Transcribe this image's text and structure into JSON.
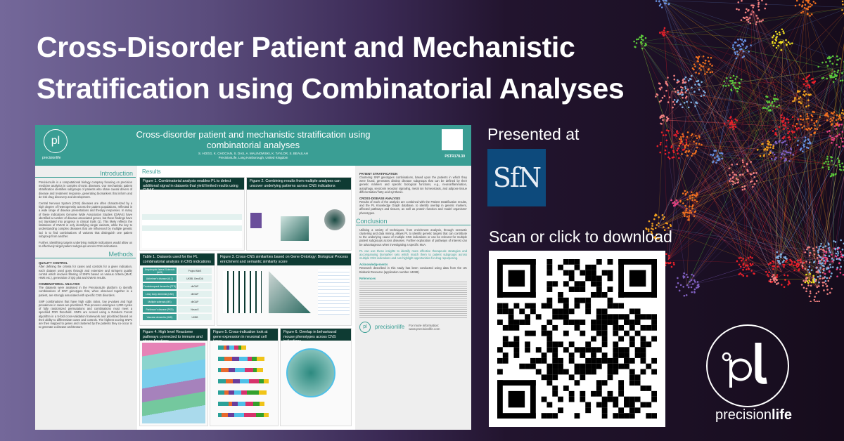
{
  "banner": {
    "title_line1": "Cross-Disorder Patient and Mechanistic",
    "title_line2": "Stratification using Combinatorial Analyses",
    "presented_at": "Presented at",
    "conference_logo": "SfN",
    "scan_label": "Scan or click to download",
    "brand_word_light": "precision",
    "brand_word_bold": "life",
    "brand_mark": "pl"
  },
  "colors": {
    "teal": "#3a9e94",
    "dark_green": "#0e3b33",
    "sfn_blue": "#0d4a7c",
    "bg_left": "#74689a",
    "bg_right": "#160c1c"
  },
  "poster": {
    "title": "Cross-disorder patient and mechanistic stratification using combinatorial analyses",
    "authors": "S. HOGG, K. CHOCIAN, S. DAS, A. MALINOWSKI, K. TAYLOR, S. BEAULAH",
    "affiliation": "PrecisionLife, Long Hanborough, United Kingdom",
    "code": "PSTR178.30",
    "logo_word": "precisionlife",
    "intro_heading": "Introduction",
    "intro": [
      "PrecisionLife is a computational biology company focusing on precision medicine analytics in complex chronic diseases. Our mechanistic patient stratification identifies subgroups of patients who share causal drivers of disease and treatment response, generating biomarkers that inform and de-risk drug discovery and development.",
      "Central Nervous System (CNS) diseases are often characterized by a high degree of heterogeneity across the patient populations, reflected in a wide range of disease presentations and therapy responses. In many of these indications Genome Wide Association Studies (GWAS) have identified a number of disease-associated genes, but these findings have not translated into progress in clinical trials (1). This likely reflects the limitations of GWAS in only identifying single variants, while the key to understanding complex diseases that are influenced by multiple genetic loci is to find combinations of variants that distinguish one patient subgroup from another.",
      "Further, identifying targets underlying multiple indications would allow us to effectively target patient subgroups across CNS indications."
    ],
    "methods_heading": "Methods",
    "qc_heading": "QUALITY CONTROL",
    "qc": "After defining the criteria for cases and controls for a given indication, each dataset used goes through and extensive and stringent quality control which involves filtering of SNPs based on various criteria (MAF, HWE etc.), generation of QQ plot and GWAS results.",
    "ca_heading": "COMBINATORIAL ANALYSIS",
    "ca": [
      "The datasets were analysed in the PrecisionLife platform to identify combinations of SNP genotypes that, when observed together in a patient, are strongly associated with specific CNS disorders.",
      "SNP combinations that have high odds ratios, low p-values and high prevalence in cases are prioritized. This process undergoes 1,000 cycles of fully randomized permutations and combinations must meet a specified FDR threshold. SNPs are scored using a Random Forest algorithm in a 5-fold cross-validation framework and prioritized based on their ability to differentiate cases and controls. The highest scoring SNPs are then mapped to genes and clustered by the patients they co-occur in to generate a disease architecture."
    ],
    "results_heading": "Results",
    "fig1": "Figure 1. Combinatorial analysis enables PL to detect additional signal in datasets that yield limited results using GWAS",
    "fig2": "Figure 2. Combining results from multiple analyses can uncover underlying patterns across CNS indications",
    "table1": "Table 1. Datasets used for the PL combinatorial analysis in CNS indications",
    "table_rows": [
      [
        "Amyotrophic lateral Sclerosis (ALS)",
        "Project MinE"
      ],
      [
        "Alzheimer's disease (ALZ)",
        "UKBB, GenADA"
      ],
      [
        "Frontotemporal dementia (FTD)",
        "dbGAP"
      ],
      [
        "Lewy body dementia (LBD)",
        "dbGAP"
      ],
      [
        "Multiple sclerosis (MS)",
        "dbGAP"
      ],
      [
        "Parkinson's disease (PKD)",
        "NeuroX"
      ],
      [
        "Vascular dementia (VAD)",
        "UKBB"
      ]
    ],
    "fig3": "Figure 3. Cross-CNS similarities based on Gene Ontology: Biological Process enrichment and semantic similarity score",
    "fig4": "Figure 4. High level Reactome pathways connected to immune and stress functions",
    "fig5": "Figure 5. Cross-indication look at gene expression in neuronal cell types",
    "fig6": "Figure 6. Overlap in behavioural mouse phenotypes across CNS indications",
    "ps_heading": "PATIENT STRATIFICATION",
    "ps": "Clustering SNP genotypes combinations, based upon the patients in which they were found, generates distinct disease subgroups that can be defined by their genetic markers and specific biological functions, e.g., neuroinflammation, autophagy, serotonin receptor signaling, metal ion homeostasis, and adipose tissue differentiation/ fatty acid synthesis.",
    "cd_heading": "CROSS-DISEASE ANALYSIS",
    "cd": "Results of each of the analysis are combined with the Patient Stratification results, and the PL Knowledge Graph database, to identify overlap in genetic markers, affected pathways and tissues, as well as protein function and model organisms' phenotypes.",
    "conclusion_heading": "Conclusion",
    "conclusion": "Utilising a variety of techniques, from enrichment analysis, through semantic clustering and data mining, allows PL to identify genetic targets that can contribute to the underlying cause of multiple CNS indications or can be relevant for multiple patient subgroups across diseases. Further exploration of pathways of interest can be advantageous when investigating a specific MoA.",
    "conclusion_highlight": "PL can use these insights to identify more effective therapeutic strategies and accompanying biomarker sets which match them to patient subgroups across multiple CNS indications and can highlight opportunities for drug repurposing.",
    "ack_heading": "Acknowledgements",
    "ack": "Research described in this study has been conducted using data from the UK Biobank Resource (application number 44288).",
    "refs_heading": "References",
    "more_info": "For more information:",
    "website": "www.precisionlife.com"
  }
}
